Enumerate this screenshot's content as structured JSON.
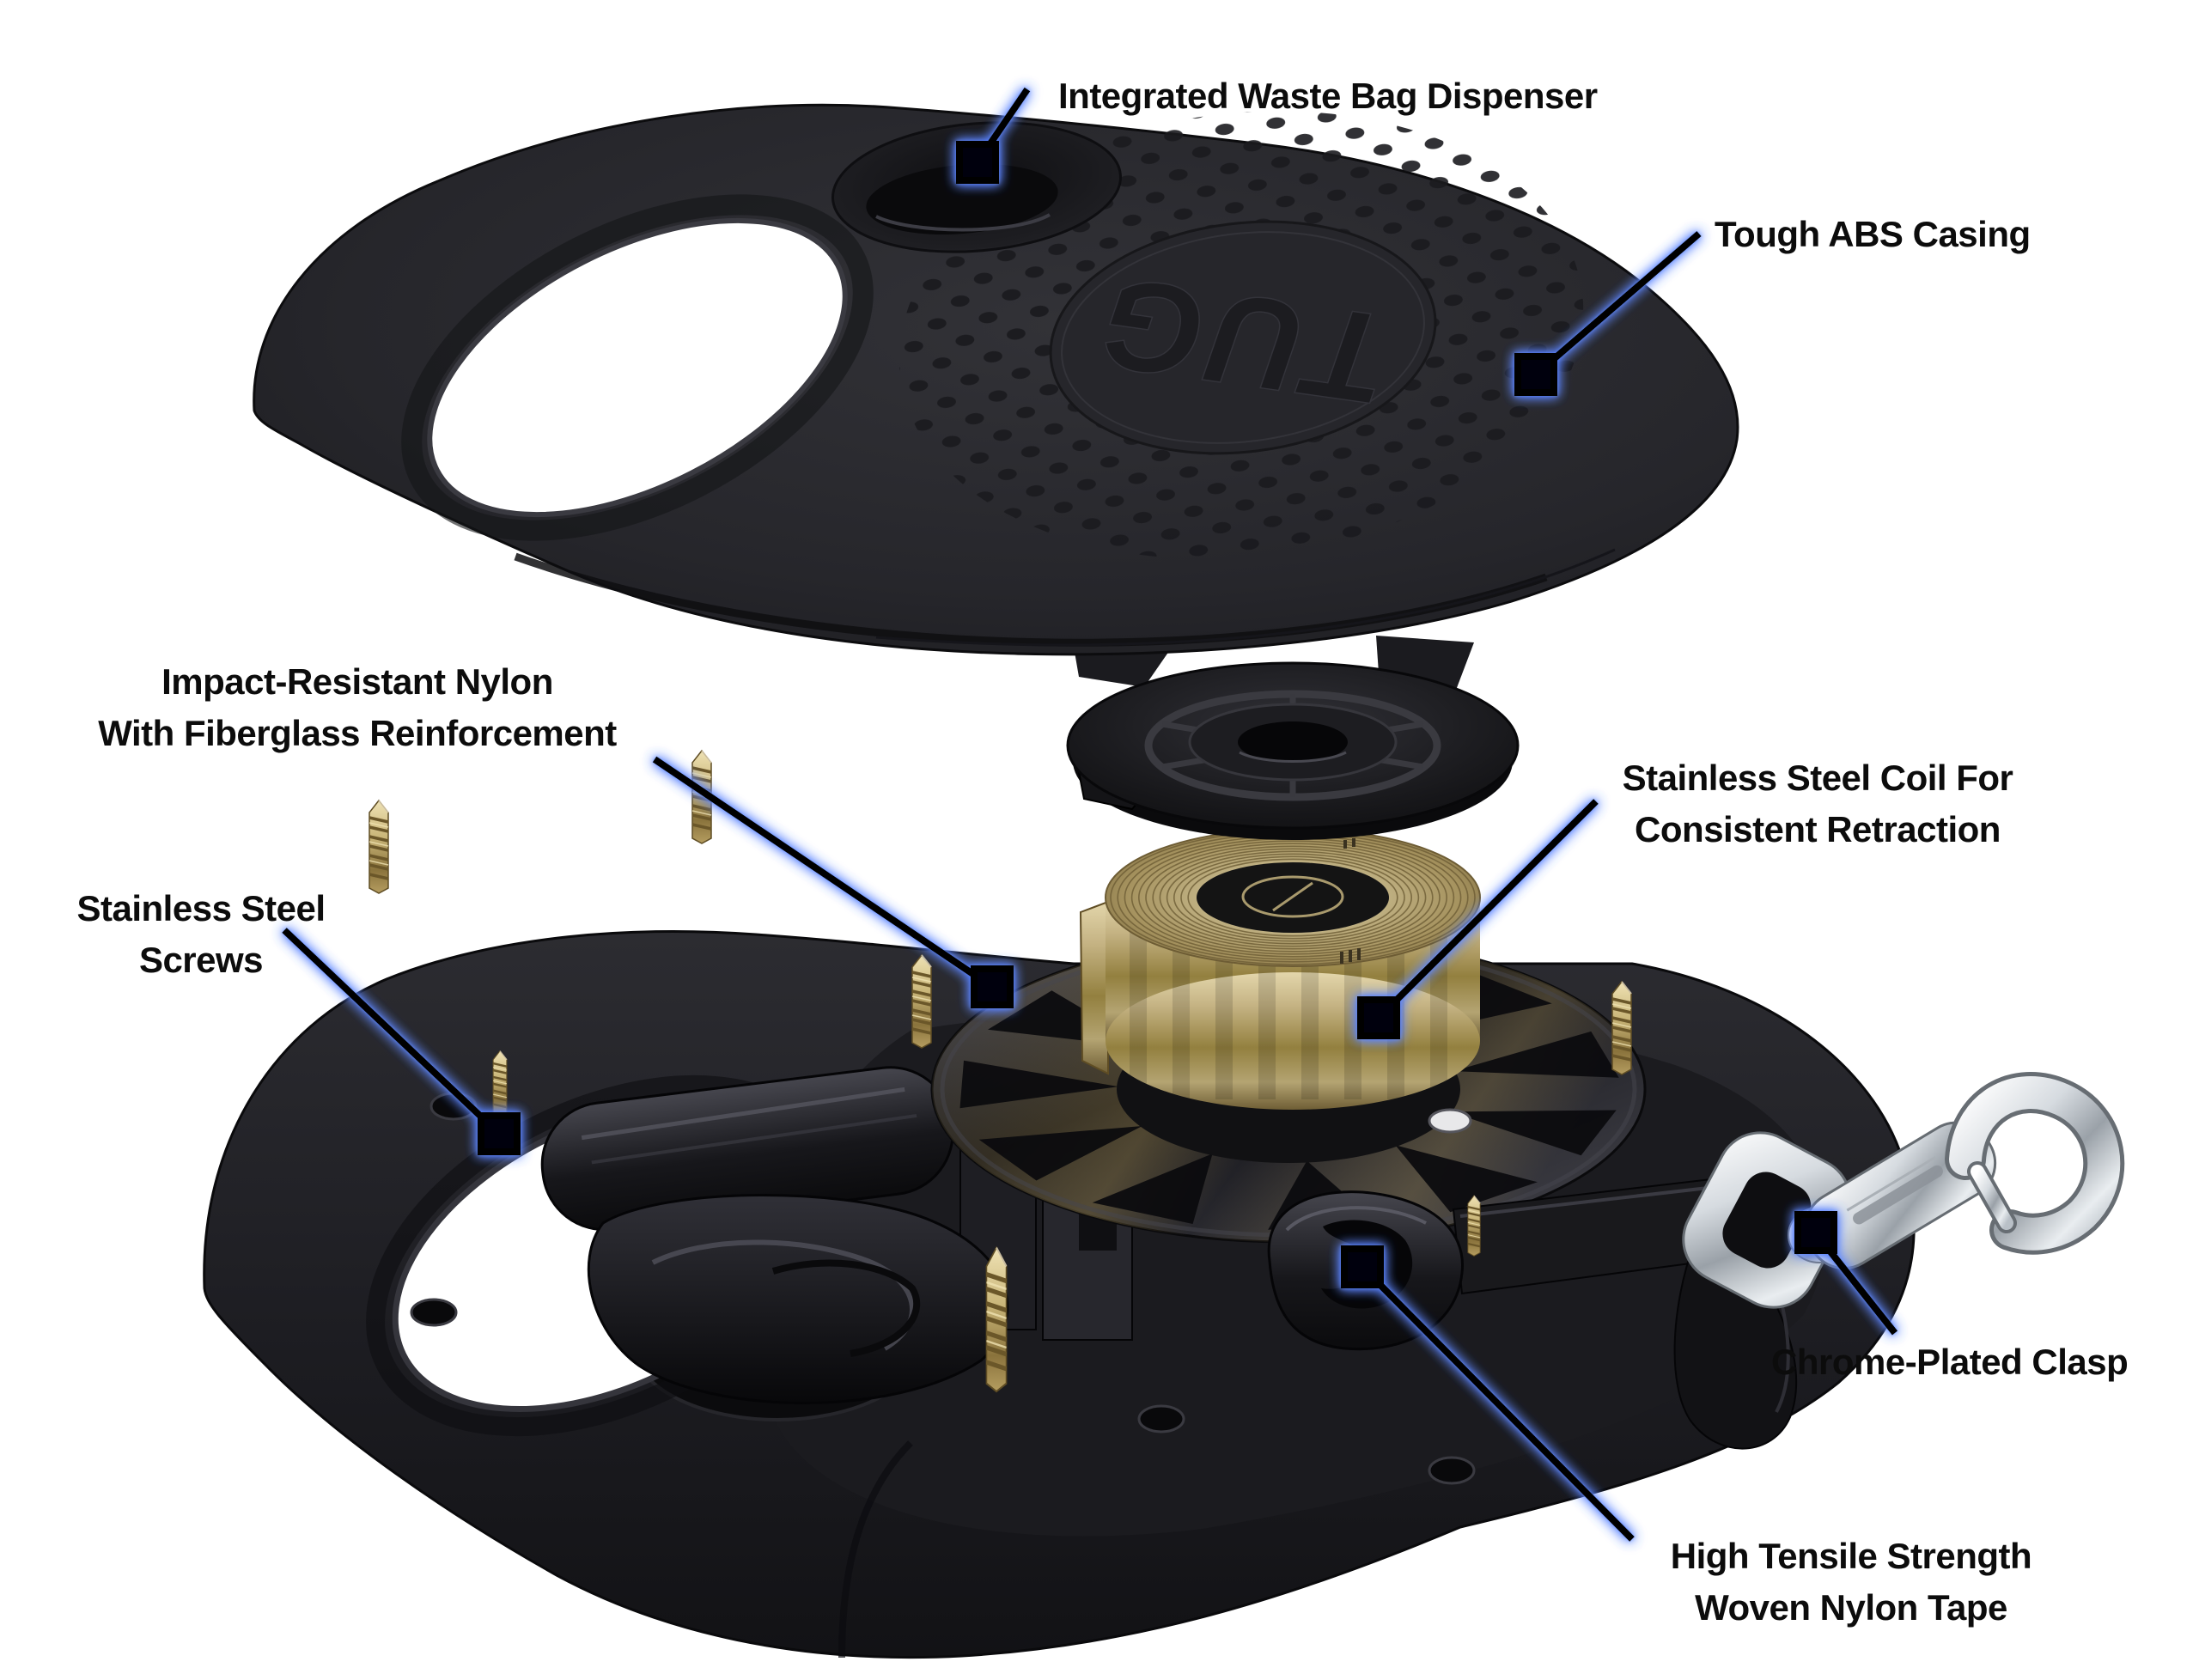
{
  "brand": {
    "logo": "TUG"
  },
  "style": {
    "background": "#ffffff",
    "label_color": "#0c0c0c",
    "leader_line_color": "#000000",
    "marker_color": "#05050a",
    "glow_color": "#4d7dff",
    "casing_color": "#232328",
    "coil_gold_color": "#b5a26b",
    "chrome_color": "#d9dde2",
    "brass_screw_color": "#c2aa6c"
  },
  "callouts": [
    {
      "id": "waste-bag-dispenser",
      "line1": "Integrated Waste Bag Dispenser"
    },
    {
      "id": "abs-casing",
      "line1": "Tough ABS Casing"
    },
    {
      "id": "impact-nylon",
      "line1": "Impact-Resistant Nylon",
      "line2": "With Fiberglass Reinforcement"
    },
    {
      "id": "steel-coil",
      "line1": "Stainless Steel Coil For",
      "line2": "Consistent Retraction"
    },
    {
      "id": "steel-screws",
      "line1": "Stainless Steel",
      "line2": "Screws"
    },
    {
      "id": "chrome-clasp",
      "line1": "Chrome-Plated Clasp"
    },
    {
      "id": "nylon-tape",
      "line1": "High Tensile Strength",
      "line2": "Woven Nylon Tape"
    }
  ]
}
